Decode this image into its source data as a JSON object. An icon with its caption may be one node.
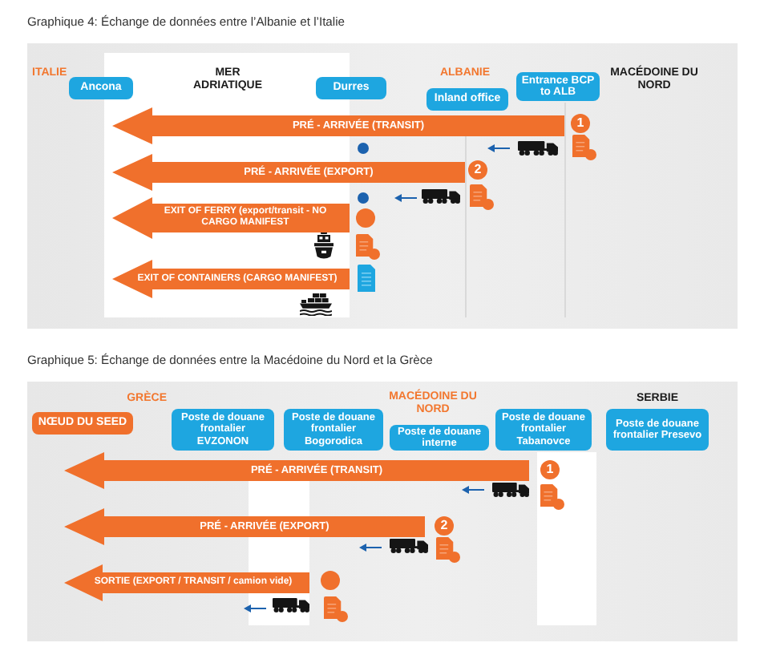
{
  "diagram": {
    "nodes": [
      {
        "text": [
          "Ancona"
        ]
      },
      {
        "text": [
          "Durres"
        ]
      },
      {
        "text": [
          "Inland office"
        ]
      },
      {
        "text": [
          "Entrance BCP to ALB"
        ]
      },
      {
        "text": [
          "PRÉ - ARRIVÉE (TRANSIT)"
        ]
      },
      {
        "text": [
          "1"
        ]
      },
      {
        "text": [
          "PRÉ - ARRIVÉE (EXPORT)"
        ]
      },
      {
        "text": [
          "2"
        ]
      },
      {
        "text": [
          "EXIT OF FERRY (export/transit - NO CARGO MANIFEST"
        ]
      },
      {
        "text": [],
        "shape": "circle"
      },
      {
        "text": [
          "EXIT OF CONTAINERS (CARGO MANIFEST)"
        ]
      },
      {
        "text": [
          "NŒUD DU SEED"
        ]
      },
      {
        "text": [
          "Poste de douane frontalier EVZONON"
        ]
      },
      {
        "text": [
          "Poste de douane frontalier Bogorodica"
        ]
      },
      {
        "text": [
          "Poste de douane interne"
        ]
      },
      {
        "text": [
          "Poste de douane frontalier Tabanovce"
        ]
      },
      {
        "text": [
          "Poste de douane frontalier Presevo"
        ]
      },
      {
        "text": [
          "PRÉ - ARRIVÉE (TRANSIT)"
        ]
      },
      {
        "text": [
          "1"
        ]
      },
      {
        "text": [
          "PRÉ - ARRIVÉE (EXPORT)"
        ]
      },
      {
        "text": [
          "2"
        ]
      },
      {
        "text": [
          "SORTIE (EXPORT / TRANSIT / camion vide)"
        ]
      },
      {
        "text": [],
        "shape": "circle"
      }
    ],
    "labels": [
      "Graphique 4: Échange de données entre l’Albanie et l’Italie",
      "ITALIE",
      "MER ADRIATIQUE",
      "ALBANIE",
      "MACÉDOINE DU NORD",
      "Graphique 5: Échange de données entre la Macédoine du Nord et la Grèce",
      "GRÈCE",
      "MACÉDOINE DU NORD",
      "SERBIE"
    ]
  }
}
